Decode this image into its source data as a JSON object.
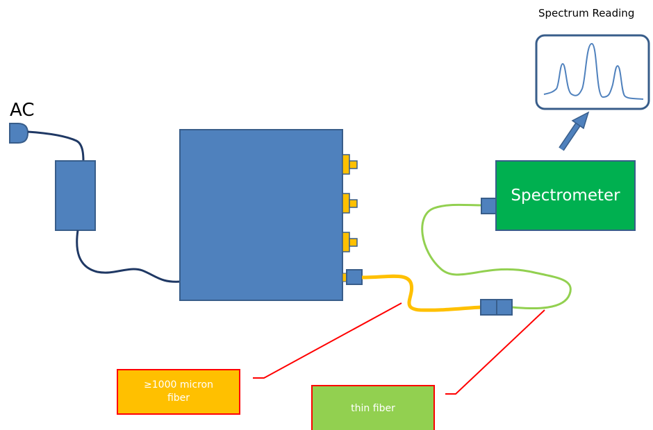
{
  "labels": {
    "power_source": "AC",
    "spectrum_title": "Spectrum Reading",
    "spectrometer": "Spectrometer",
    "thick_fiber": "≥1000 micron fiber",
    "thin_fiber": "thin fiber"
  },
  "colors": {
    "device_blue": "#4f81bd",
    "device_border": "#385d8a",
    "cable_navy": "#1f3864",
    "thick_fiber_orange": "#ffc000",
    "thin_fiber_green": "#92d050",
    "spectrometer_green": "#00b050",
    "callout_red": "#ff0000"
  },
  "icons": [
    "plug-icon",
    "spectrum-chart-icon",
    "arrow-up-right-icon"
  ]
}
